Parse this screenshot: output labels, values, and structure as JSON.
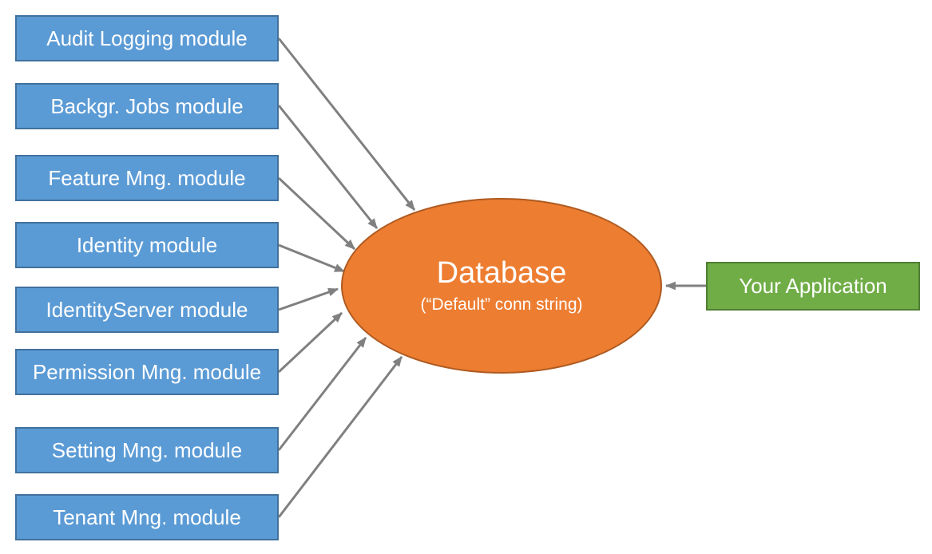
{
  "diagram": {
    "modules": [
      {
        "label": "Audit Logging module"
      },
      {
        "label": "Backgr. Jobs module"
      },
      {
        "label": "Feature Mng. module"
      },
      {
        "label": "Identity module"
      },
      {
        "label": "IdentityServer module"
      },
      {
        "label": "Permission Mng. module"
      },
      {
        "label": "Setting Mng. module"
      },
      {
        "label": "Tenant Mng. module"
      }
    ],
    "database": {
      "title": "Database",
      "subtitle": "(“Default” conn string)"
    },
    "application": {
      "label": "Your Application"
    },
    "colors": {
      "module_fill": "#5B9BD5",
      "module_border": "#41719C",
      "database_fill": "#ED7D31",
      "database_border": "#AE5A21",
      "application_fill": "#70AD47",
      "application_border": "#507E32",
      "arrow": "#808080"
    }
  }
}
